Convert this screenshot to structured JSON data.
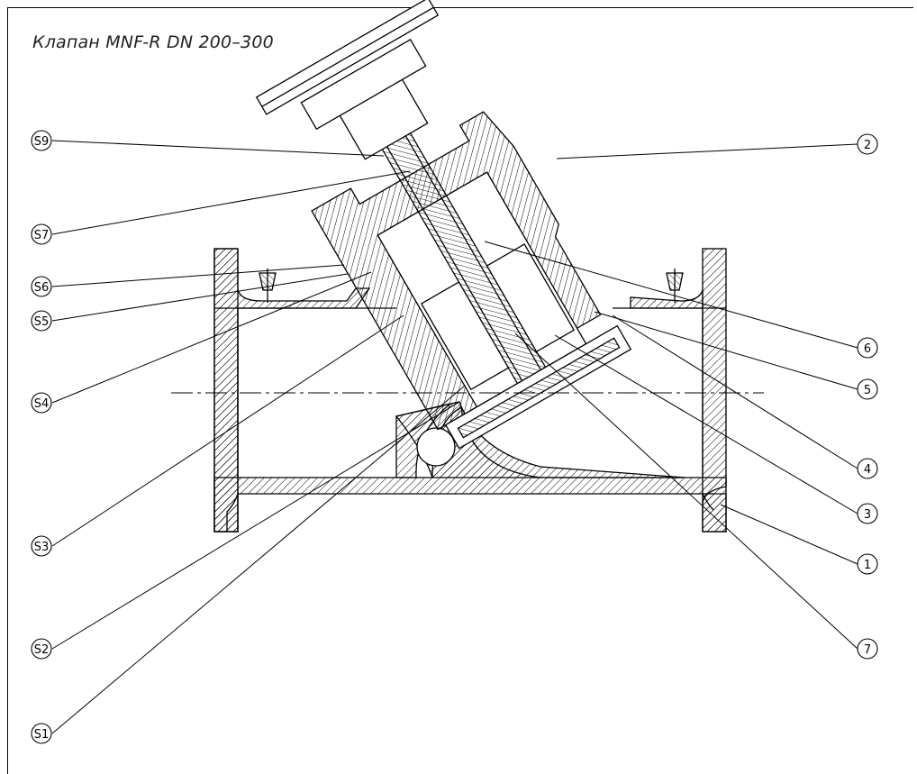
{
  "title": "Клапан MNF-R DN 200–300",
  "labels": {
    "s9": "S9",
    "s7": "S7",
    "s6": "S6",
    "s5": "S5",
    "s4": "S4",
    "s3": "S3",
    "s2": "S2",
    "s1": "S1",
    "p2": "2",
    "p6": "6",
    "p5": "5",
    "p4": "4",
    "p3": "3",
    "p1": "1",
    "p7": "7"
  }
}
